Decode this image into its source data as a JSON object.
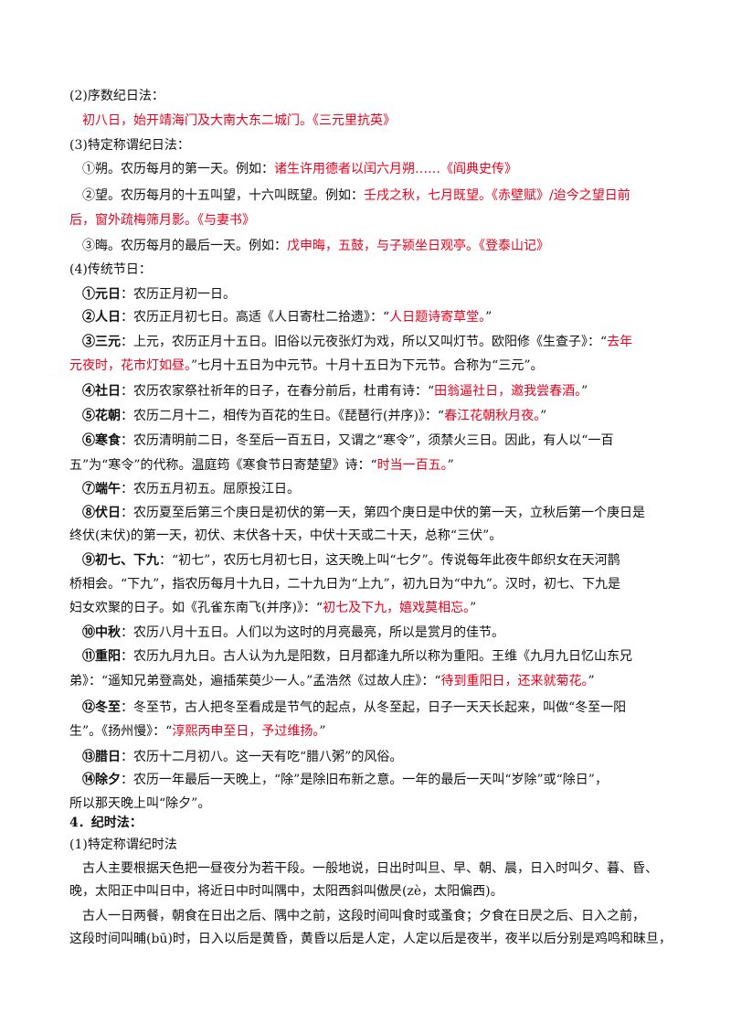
{
  "s2": {
    "heading": "(2)序数纪日法：",
    "example": "初八日，始开靖海门及大南大东二城门。《三元里抗英》"
  },
  "s3": {
    "heading": "(3)特定称谓纪日法：",
    "shuo": {
      "text": "①朔。农历每月的第一天。例如：",
      "example": "诸生许用德者以闰六月朔……《阎典史传》"
    },
    "wang": {
      "text": "②望。农历每月的十五叫望，十六叫既望。例如：",
      "example_a": "壬戌之秋，七月既望。《赤壁赋》/迨今之望日前",
      "example_b": "后，窗外疏梅筛月影。《与妻书》"
    },
    "hui": {
      "text": "③晦。农历每月的最后一天。例如：",
      "example": "戊申晦，五鼓，与子颍坐日观亭。《登泰山记》"
    }
  },
  "s4": {
    "heading": "(4)传统节日：",
    "items": [
      {
        "label": "①元日",
        "line1": "：农历正月初一日。"
      },
      {
        "label": "②人日",
        "line1": "：农历正月初七日。高适《人日寄杜二拾遗》：“",
        "quote": "人日题诗寄草堂。",
        "tail": "”"
      },
      {
        "label": "③三元",
        "line1": "：上元，农历正月十五日。旧俗以元夜张灯为戏，所以又叫灯节。欧阳修《生查子》：“",
        "quote1": "去年",
        "quote2": "元夜时，花市灯如昼。",
        "line2": "”七月十五日为中元节。十月十五日为下元节。合称为“三元”。"
      },
      {
        "label": "④社日",
        "line1": "：农历农家祭社祈年的日子，在春分前后，杜甫有诗：“",
        "quote": "田翁逼社日，邀我尝春酒。",
        "tail": "”"
      },
      {
        "label": "⑤花朝",
        "line1": "：农历二月十二，相传为百花的生日。《琵琶行(并序)》：“",
        "quote": "春江花朝秋月夜。",
        "tail": "”"
      },
      {
        "label": "⑥寒食",
        "line1": "：农历清明前二日，冬至后一百五日，又谓之“寒令”，须禁火三日。因此，有人以“一百",
        "line2a": "五”为“寒令”的代称。温庭筠《寒食节日寄楚望》诗：“",
        "quote": "时当一百五。",
        "tail": "”"
      },
      {
        "label": "⑦端午",
        "line1": "：农历五月初五。屈原投江日。"
      },
      {
        "label": "⑧伏日",
        "line1": "：农历夏至后第三个庚日是初伏的第一天，第四个庚日是中伏的第一天，立秋后第一个庚日是",
        "line2": "终伏(末伏)的第一天，初伏、末伏各十天，中伏十天或二十天，总称“三伏”。"
      },
      {
        "label": "⑨初七、下九",
        "line1": "：“初七”，农历七月初七日，这天晚上叫“七夕”。传说每年此夜牛郎织女在天河鹊",
        "line2": "桥相会。“下九”，指农历每月十九日，二十九日为“上九”，初九日为“中九”。汉时，初七、下九是",
        "line3a": "妇女欢聚的日子。如《孔雀东南飞(并序)》：“",
        "quote": "初七及下九，嬉戏莫相忘。",
        "tail": "”"
      },
      {
        "label": "⑩中秋",
        "line1": "：农历八月十五日。人们以为这时的月亮最亮，所以是赏月的佳节。"
      },
      {
        "label": "⑪重阳",
        "line1": "：农历九月九日。古人认为九是阳数，日月都逢九所以称为重阳。王维《九月九日忆山东兄",
        "line2a": "弟》：“遥知兄弟登高处，遍插茱萸少一人。”孟浩然《过故人庄》：“",
        "quote": "待到重阳日，还来就菊花。",
        "tail": "”"
      },
      {
        "label": "⑫冬至",
        "line1": "：冬至节，古人把冬至看成是节气的起点，从冬至起，日子一天天长起来，叫做“冬至一阳",
        "line2a": "生”。《扬州慢》：“",
        "quote": "淳熙丙申至日，予过维扬。",
        "tail": "”"
      },
      {
        "label": "⑬腊日",
        "line1": "：农历十二月初八。这一天有吃“腊八粥”的风俗。"
      },
      {
        "label": "⑭除夕",
        "line1": "：农历一年最后一天晚上，“除”是除旧布新之意。一年的最后一天叫“岁除”或“除日”，",
        "line2": "所以那天晚上叫“除夕”。"
      }
    ]
  },
  "sec4": {
    "heading": "4．纪时法：",
    "sub": "(1)特定称谓纪时法",
    "para1_l1": "古人主要根据天色把一昼夜分为若干段。一般地说，日出时叫旦、早、朝、晨，日入时叫夕、暮、昏、",
    "para1_l2": "晚，太阳正中叫日中，将近日中时叫隅中，太阳西斜叫傲昃(zè，太阳偏西)。",
    "para2_l1": "古人一日两餐，朝食在日出之后、隅中之前，这段时间叫食时或蚤食；夕食在日昃之后、日入之前，",
    "para2_l2": "这段时间叫晡(bū)时，日入以后是黄昏，黄昏以后是人定，人定以后是夜半，夜半以后分别是鸡鸣和昧旦，"
  }
}
